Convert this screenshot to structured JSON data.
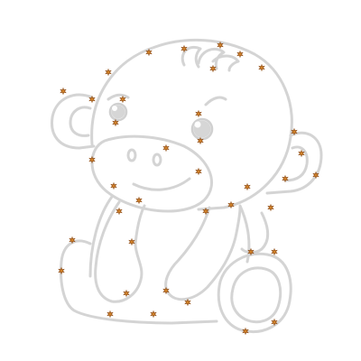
{
  "puzzle": {
    "type": "connect-the-dots",
    "subject": "monkey",
    "line_color": "#d4d4d4",
    "dot_color": "#d1822a",
    "dot_count": 45
  }
}
